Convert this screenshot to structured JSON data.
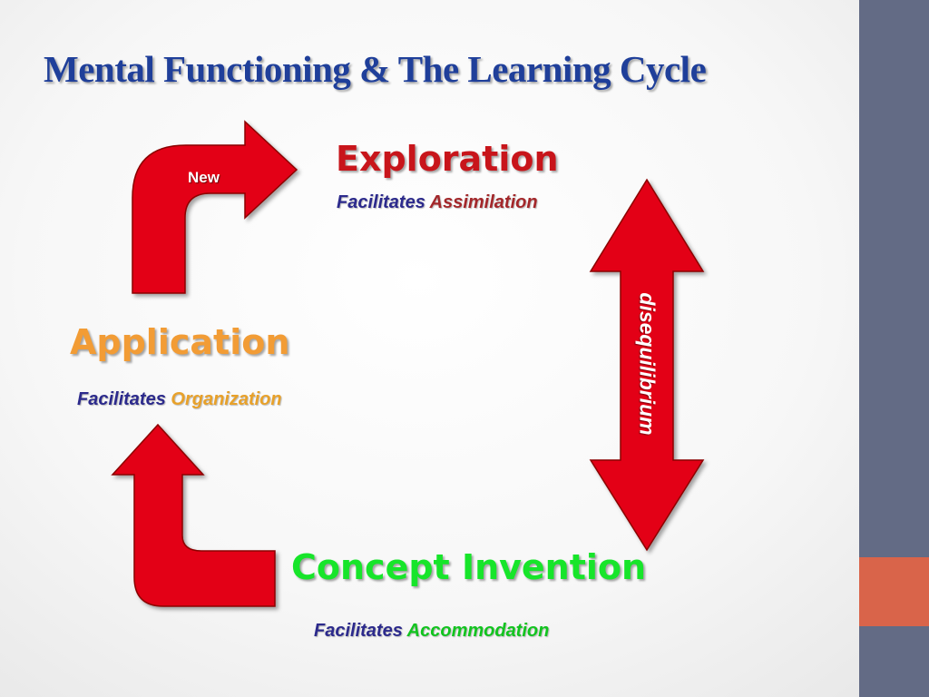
{
  "title": "Mental Functioning & The Learning Cycle",
  "stages": {
    "exploration": {
      "heading": "Exploration",
      "facilitates": "Facilitates",
      "term": "Assimilation"
    },
    "application": {
      "heading": "Application",
      "facilitates": "Facilitates",
      "term": "Organization"
    },
    "concept_invention": {
      "heading": "Concept Invention",
      "facilitates": "Facilitates",
      "term": "Accommodation"
    }
  },
  "arrows": {
    "new_label": "New",
    "disequilibrium_label": "disequilibrium",
    "color": "#e30613"
  },
  "colors": {
    "title": "#1f3f9a",
    "exploration": "#c8151b",
    "application": "#f29c35",
    "concept_invention": "#17e52a",
    "facilitates": "#2c2a8c",
    "sidebar": "#636b85",
    "sidebar_accent": "#d9644a"
  }
}
